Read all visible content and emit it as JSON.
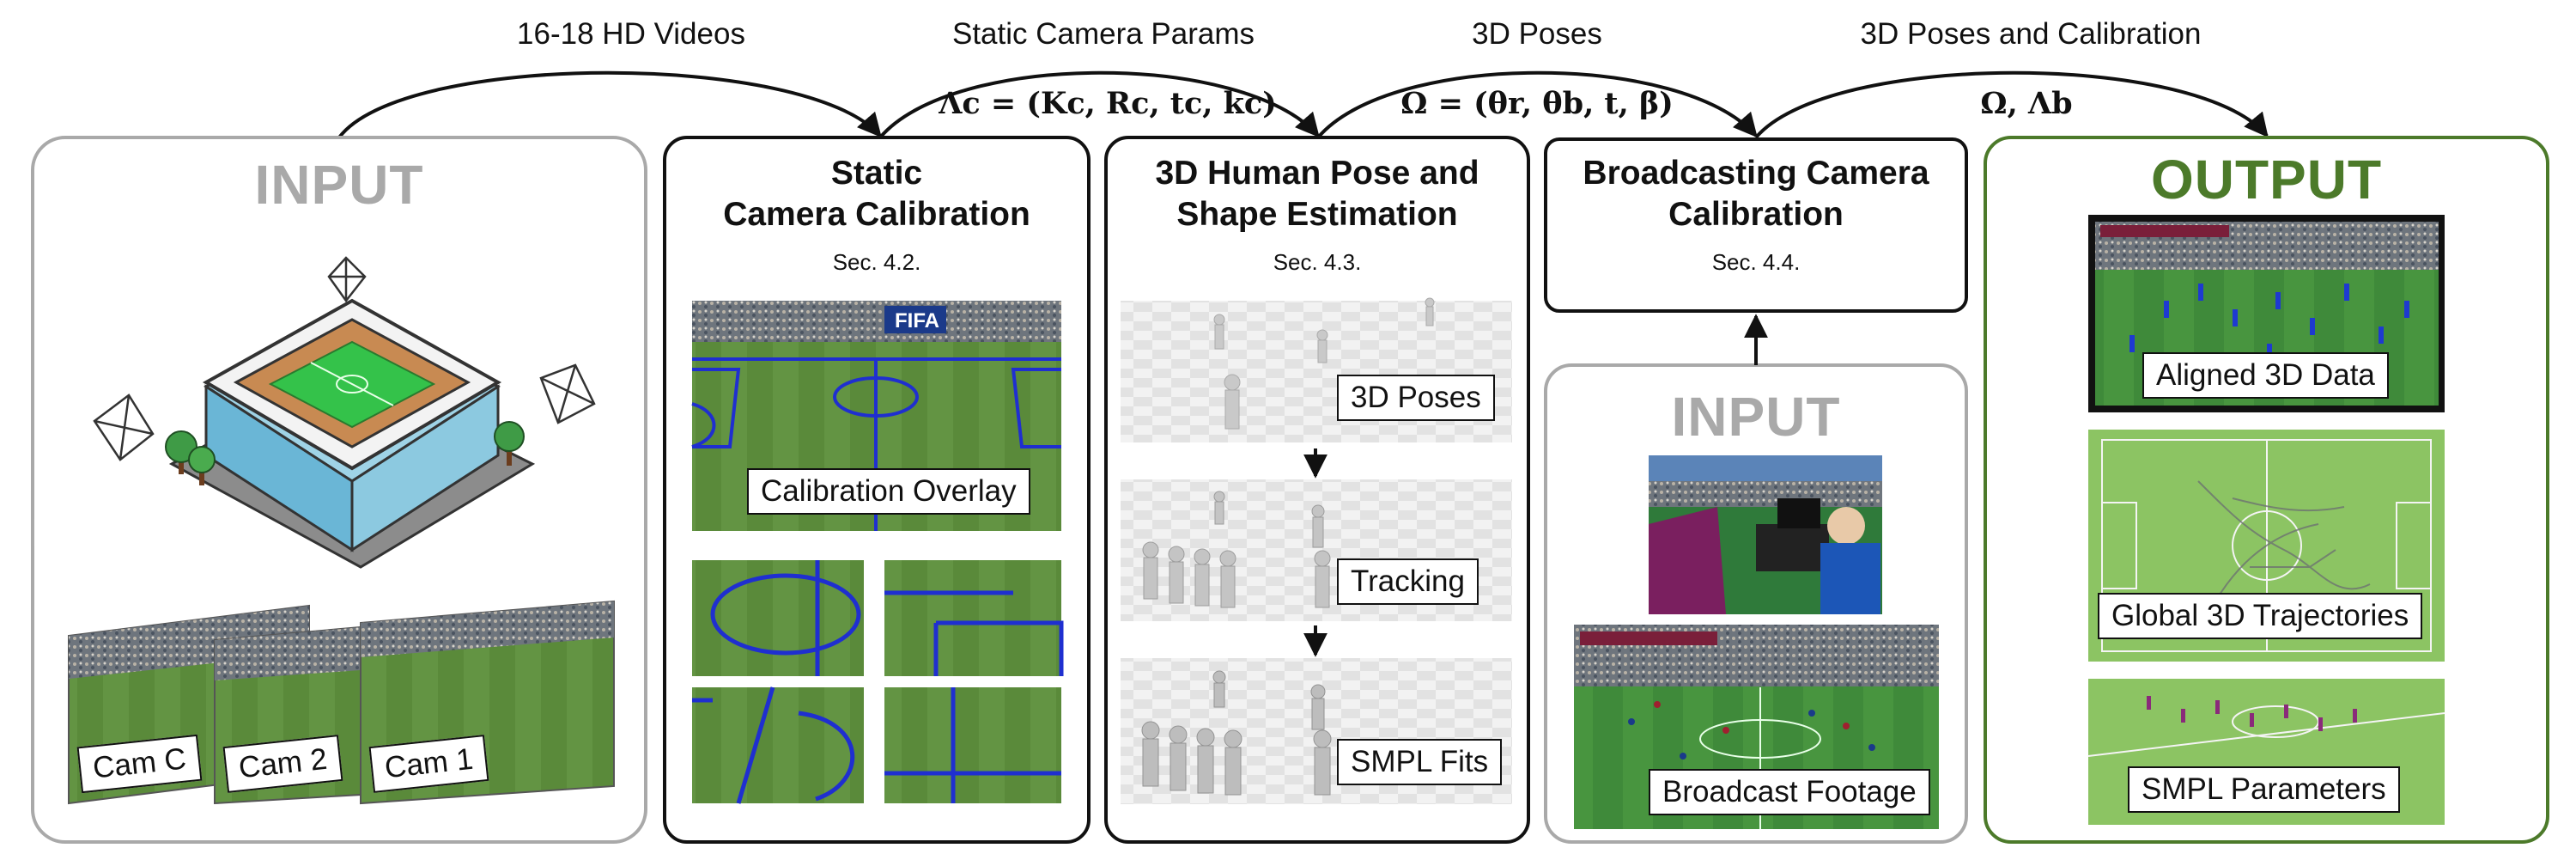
{
  "edges": {
    "videos": "16-18 HD Videos",
    "static_params": "Static Camera Params",
    "poses": "3D Poses",
    "poses_calib": "3D Poses and Calibration"
  },
  "formulas": {
    "lambda_c": "Λc = (Kc, Rc, tc, kc)",
    "omega": "Ω = (θr, θb, t, β)",
    "omega_lambda_b": "Ω, Λb"
  },
  "input_panel": {
    "title": "INPUT",
    "cams": [
      "Cam C",
      "Cam 2",
      "Cam 1"
    ]
  },
  "static_calib": {
    "title": "Static\nCamera Calibration",
    "section": "Sec. 4.2.",
    "overlay_label": "Calibration Overlay",
    "banner": "FIFA"
  },
  "pose_est": {
    "title": "3D Human Pose and\nShape Estimation",
    "section": "Sec. 4.3.",
    "steps": [
      "3D Poses",
      "Tracking",
      "SMPL Fits"
    ]
  },
  "broadcast_calib": {
    "title": "Broadcasting Camera\nCalibration",
    "section": "Sec. 4.4."
  },
  "broadcast_input": {
    "title": "INPUT",
    "label": "Broadcast Footage"
  },
  "output_panel": {
    "title": "OUTPUT",
    "items": [
      "Aligned 3D Data",
      "Global 3D Trajectories",
      "SMPL Parameters"
    ]
  },
  "colors": {
    "pitch": "#5f8a3e",
    "pitch_light": "#8fc46a",
    "calib_line": "#1f2fd0",
    "output_border": "#4c7a2a",
    "input_border": "#a9a9a9",
    "crowd": "#7a7f86"
  }
}
